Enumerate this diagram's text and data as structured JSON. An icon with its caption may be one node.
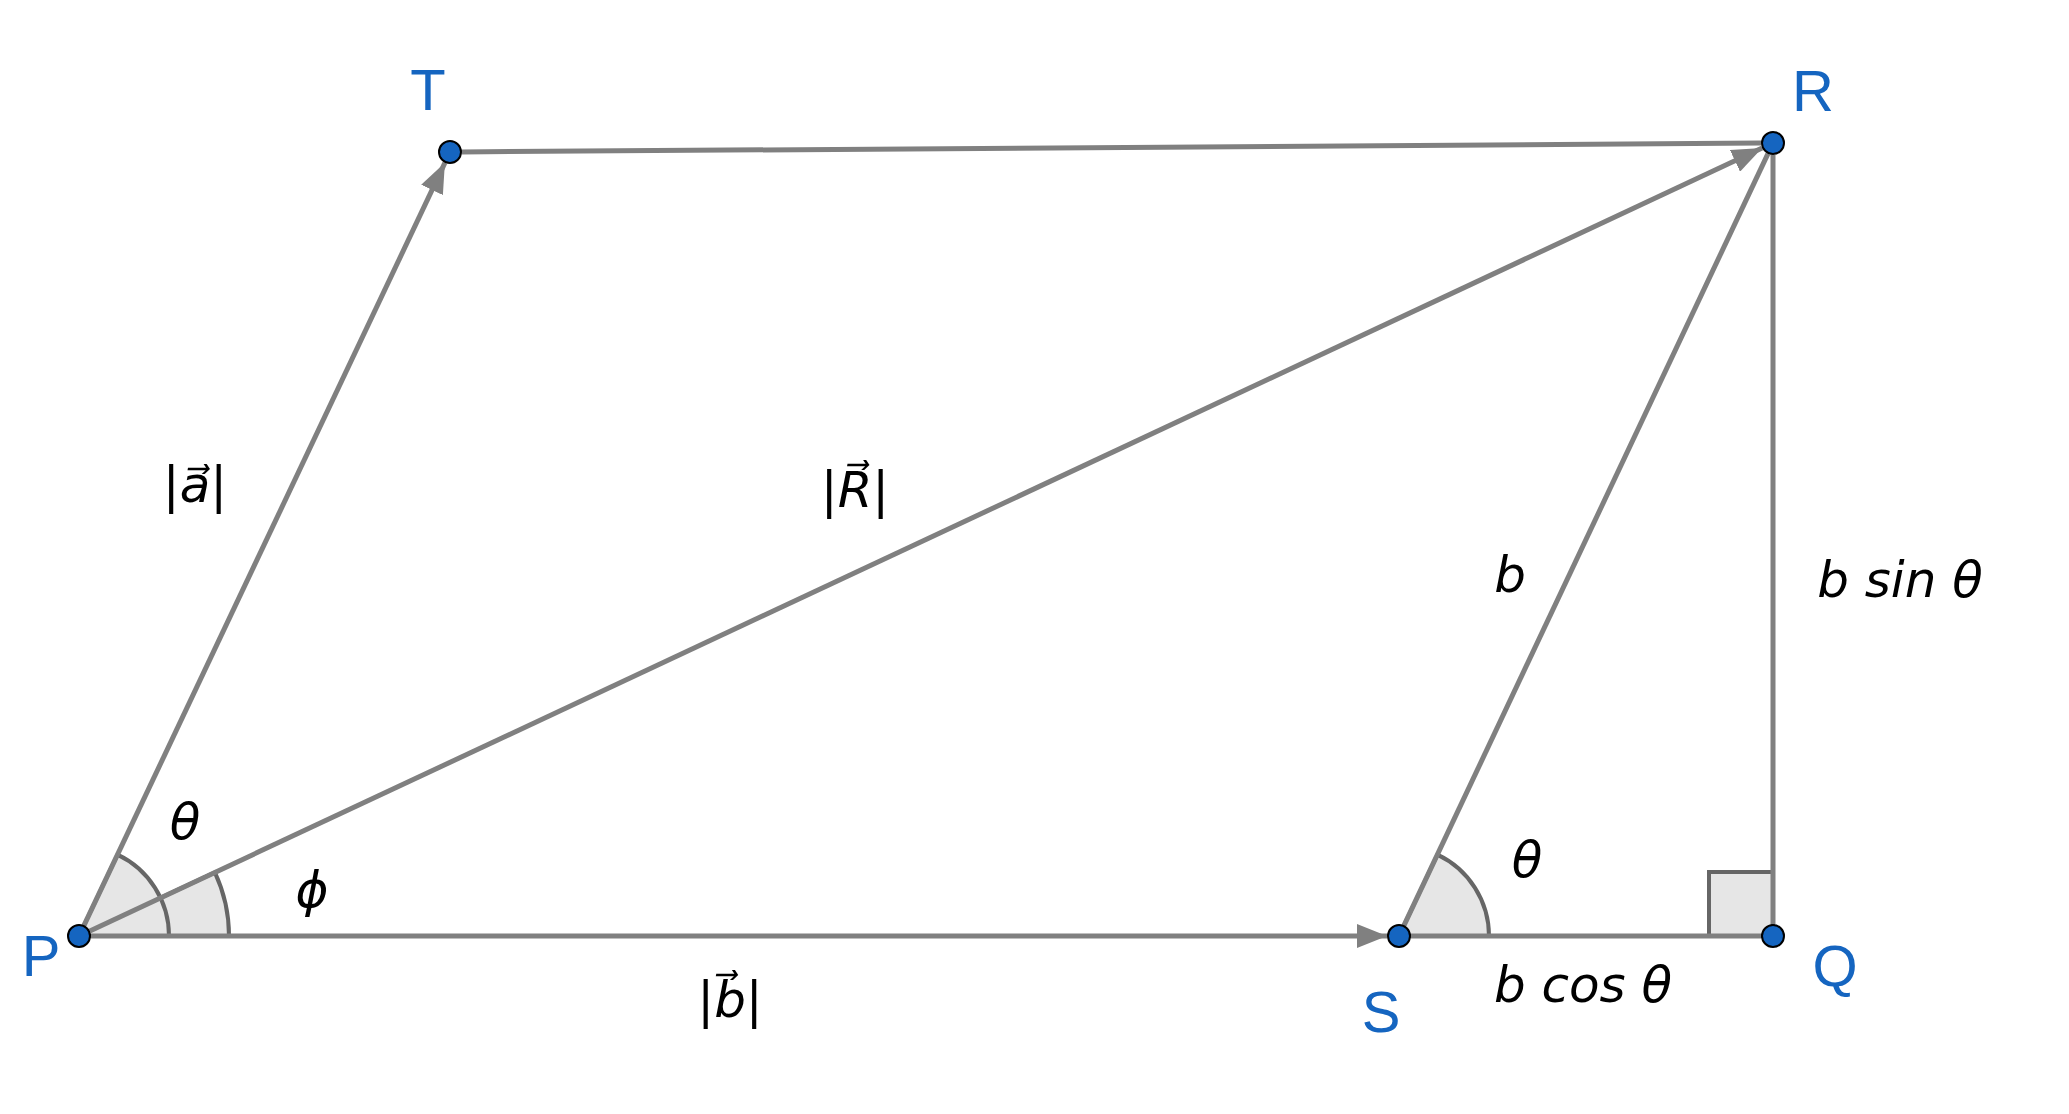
{
  "diagram": {
    "nodes": [
      {
        "text": [
          "T"
        ]
      },
      {
        "text": [
          "R"
        ]
      },
      {
        "text": [
          "P"
        ]
      },
      {
        "text": [
          "S"
        ]
      },
      {
        "text": [
          "Q"
        ]
      }
    ],
    "edges": [
      {
        "from": 2,
        "to": 0,
        "arrow": "to",
        "label": "|a⃗|"
      },
      {
        "from": 0,
        "to": 1,
        "arrow": "none"
      },
      {
        "from": 2,
        "to": 1,
        "arrow": "to",
        "label": "|R⃗|"
      },
      {
        "from": 2,
        "to": 3,
        "arrow": "to",
        "label": "|b⃗|"
      },
      {
        "from": 3,
        "to": 1,
        "arrow": "none",
        "label": "b"
      },
      {
        "from": 4,
        "to": 1,
        "arrow": "none",
        "label": "b sin θ"
      },
      {
        "from": 3,
        "to": 4,
        "arrow": "none",
        "label": "b cos θ"
      }
    ],
    "labels": [
      "θ",
      "ϕ",
      "θ"
    ]
  }
}
